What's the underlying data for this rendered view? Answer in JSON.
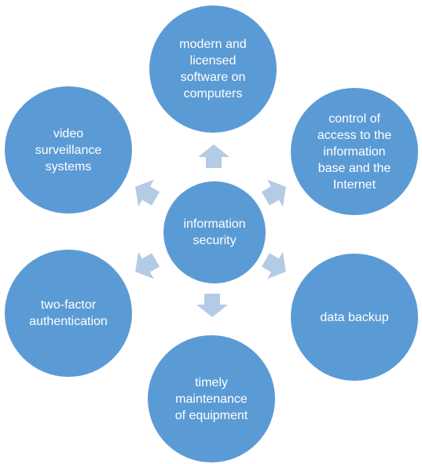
{
  "colors": {
    "circle": "#5b9bd5",
    "arrow": "#b4cbe6",
    "text": "#ffffff"
  },
  "center": {
    "label": "information\nsecurity"
  },
  "nodes": [
    {
      "label": "modern and\nlicensed\nsoftware on\ncomputers"
    },
    {
      "label": "control of\naccess to the\ninformation\nbase and the\nInternet"
    },
    {
      "label": "data backup"
    },
    {
      "label": "timely\nmaintenance\nof equipment"
    },
    {
      "label": "two-factor\nauthentication"
    },
    {
      "label": "video\nsurveillance\nsystems"
    }
  ]
}
